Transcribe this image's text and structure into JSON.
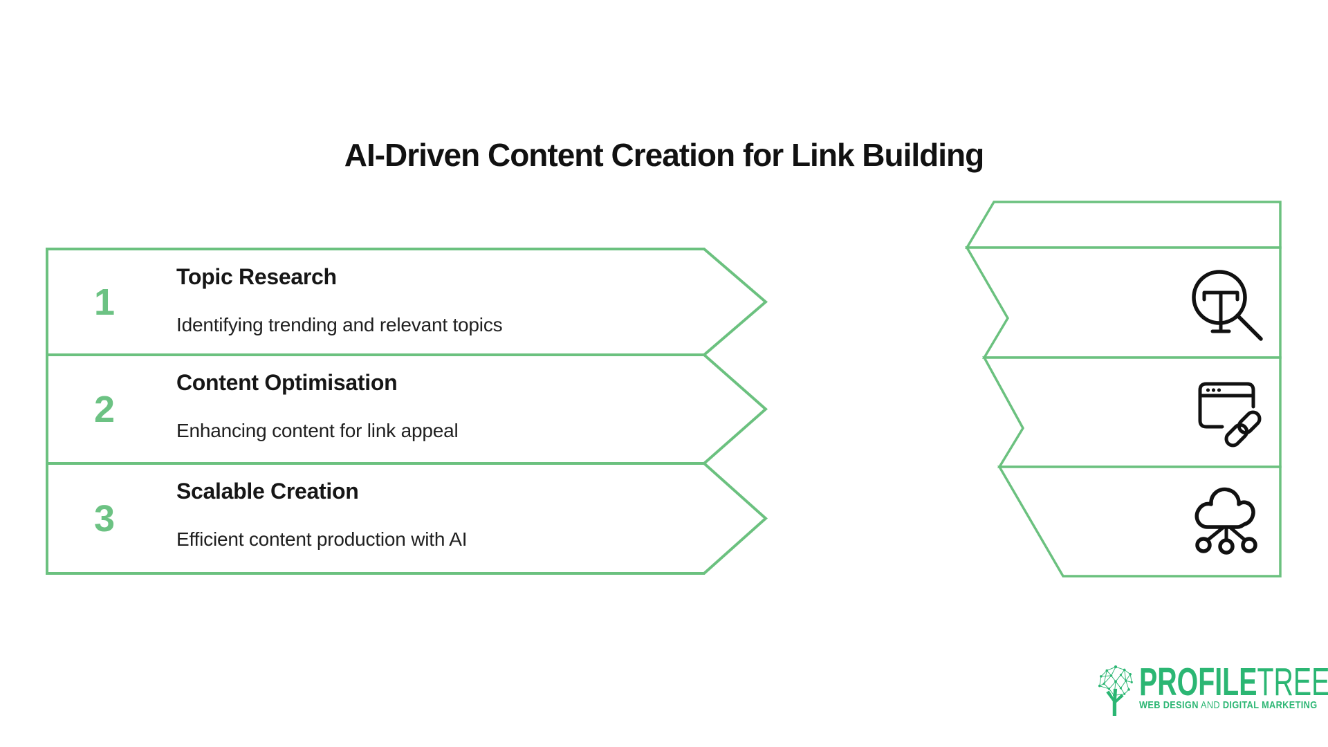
{
  "title": "AI-Driven Content Creation for Link Building",
  "colors": {
    "accent_green": "#6cc283",
    "outline_green": "#6bc17f",
    "logo_green": "#2bb673",
    "icon_black": "#111111",
    "text_black": "#161616",
    "background": "#ffffff"
  },
  "steps": [
    {
      "number": "1",
      "heading": "Topic Research",
      "description": "Identifying trending and relevant topics",
      "icon": "text-search-icon"
    },
    {
      "number": "2",
      "heading": "Content Optimisation",
      "description": "Enhancing content for link appeal",
      "icon": "browser-link-icon"
    },
    {
      "number": "3",
      "heading": "Scalable Creation",
      "description": "Efficient content production with AI",
      "icon": "cloud-network-icon"
    }
  ],
  "logo": {
    "brand_bold": "PROFILE",
    "brand_light": "TREE",
    "tagline_lead": "WEB DESIGN",
    "tagline_mid": " AND ",
    "tagline_tail": "DIGITAL MARKETING"
  }
}
